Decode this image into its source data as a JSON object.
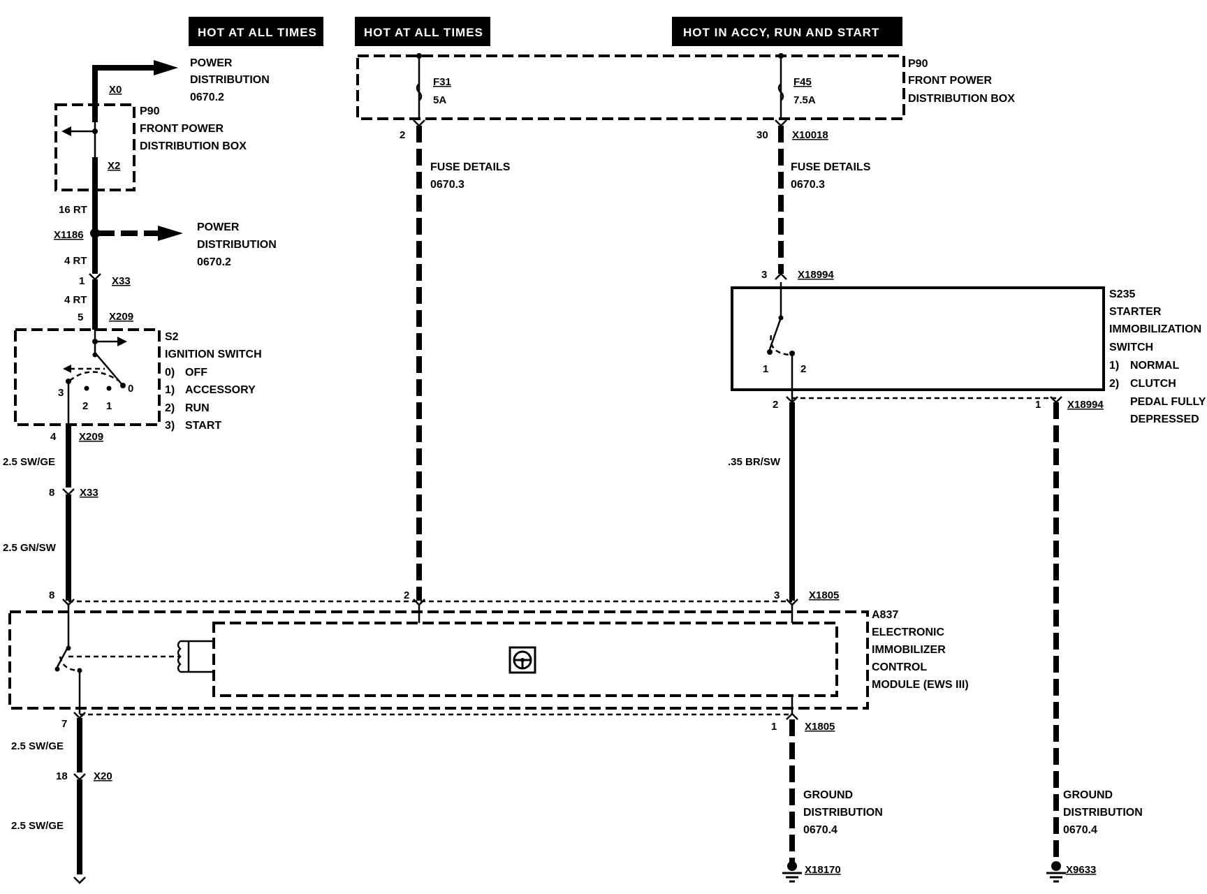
{
  "headers": {
    "left": "HOT AT ALL TIMES",
    "middle": "HOT AT ALL TIMES",
    "right": "HOT IN ACCY, RUN AND  START"
  },
  "power_dist_top": [
    "POWER",
    "DISTRIBUTION",
    "0670.2"
  ],
  "power_dist_mid": [
    "POWER",
    "DISTRIBUTION",
    "0670.2"
  ],
  "p90_left": [
    "P90",
    "FRONT POWER",
    "DISTRIBUTION BOX"
  ],
  "p90_right": [
    "P90",
    "FRONT POWER",
    "DISTRIBUTION BOX"
  ],
  "fuses": {
    "f31": [
      "F31",
      "5A"
    ],
    "f45": [
      "F45",
      "7.5A"
    ]
  },
  "fuse_details_left": [
    "FUSE DETAILS",
    "0670.3"
  ],
  "fuse_details_right": [
    "FUSE DETAILS",
    "0670.3"
  ],
  "connectors": {
    "x0": "X0",
    "x2": "X2",
    "x1186": "X1186",
    "x33_a": "X33",
    "x209_a": "X209",
    "x209_b": "X209",
    "x33_b": "X33",
    "x10018": "X10018",
    "x18994_a": "X18994",
    "x18994_b": "X18994",
    "x1805_a": "X1805",
    "x1805_b": "X1805",
    "x20": "X20",
    "x18170": "X18170",
    "x9633": "X9633"
  },
  "wires": {
    "w16rt": "16 RT",
    "w4rt_a": "4 RT",
    "w4rt_b": "4 RT",
    "w25swge_a": "2.5 SW/GE",
    "w25gnsw": "2.5 GN/SW",
    "w35brsw": ".35 BR/SW",
    "w25swge_b": "2.5 SW/GE",
    "w25swge_c": "2.5 SW/GE"
  },
  "pins": {
    "p1_x33": "1",
    "p5_x209": "5",
    "p4_x209": "4",
    "p8_x33": "8",
    "p8_mod": "8",
    "p2_fuse": "2",
    "p30_fuse": "30",
    "p3_x18994": "3",
    "p2_mod": "2",
    "p3_mod": "3",
    "p2_s235": "2",
    "p1_s235": "1",
    "p7_mod": "7",
    "p1_mod": "1",
    "p18_x20": "18",
    "sw_3": "3",
    "sw_2": "2",
    "sw_1": "1",
    "sw_0": "0",
    "s235_1": "1",
    "s235_2": "2"
  },
  "ignition_switch": {
    "id": "S2",
    "name": "IGNITION SWITCH",
    "positions": [
      {
        "num": "0)",
        "label": "OFF"
      },
      {
        "num": "1)",
        "label": "ACCESSORY"
      },
      {
        "num": "2)",
        "label": "RUN"
      },
      {
        "num": "3)",
        "label": "START"
      }
    ]
  },
  "starter_switch": {
    "lines": [
      "S235",
      "STARTER",
      "IMMOBILIZATION",
      "SWITCH"
    ],
    "positions": [
      {
        "num": "1)",
        "label": "NORMAL"
      },
      {
        "num": "2)",
        "label": "CLUTCH"
      }
    ],
    "extra": [
      "PEDAL FULLY",
      "DEPRESSED"
    ]
  },
  "module": [
    "A837",
    "ELECTRONIC",
    "IMMOBILIZER",
    "CONTROL",
    "MODULE (EWS III)"
  ],
  "ground_left": [
    "GROUND",
    "DISTRIBUTION",
    "0670.4"
  ],
  "ground_right": [
    "GROUND",
    "DISTRIBUTION",
    "0670.4"
  ]
}
